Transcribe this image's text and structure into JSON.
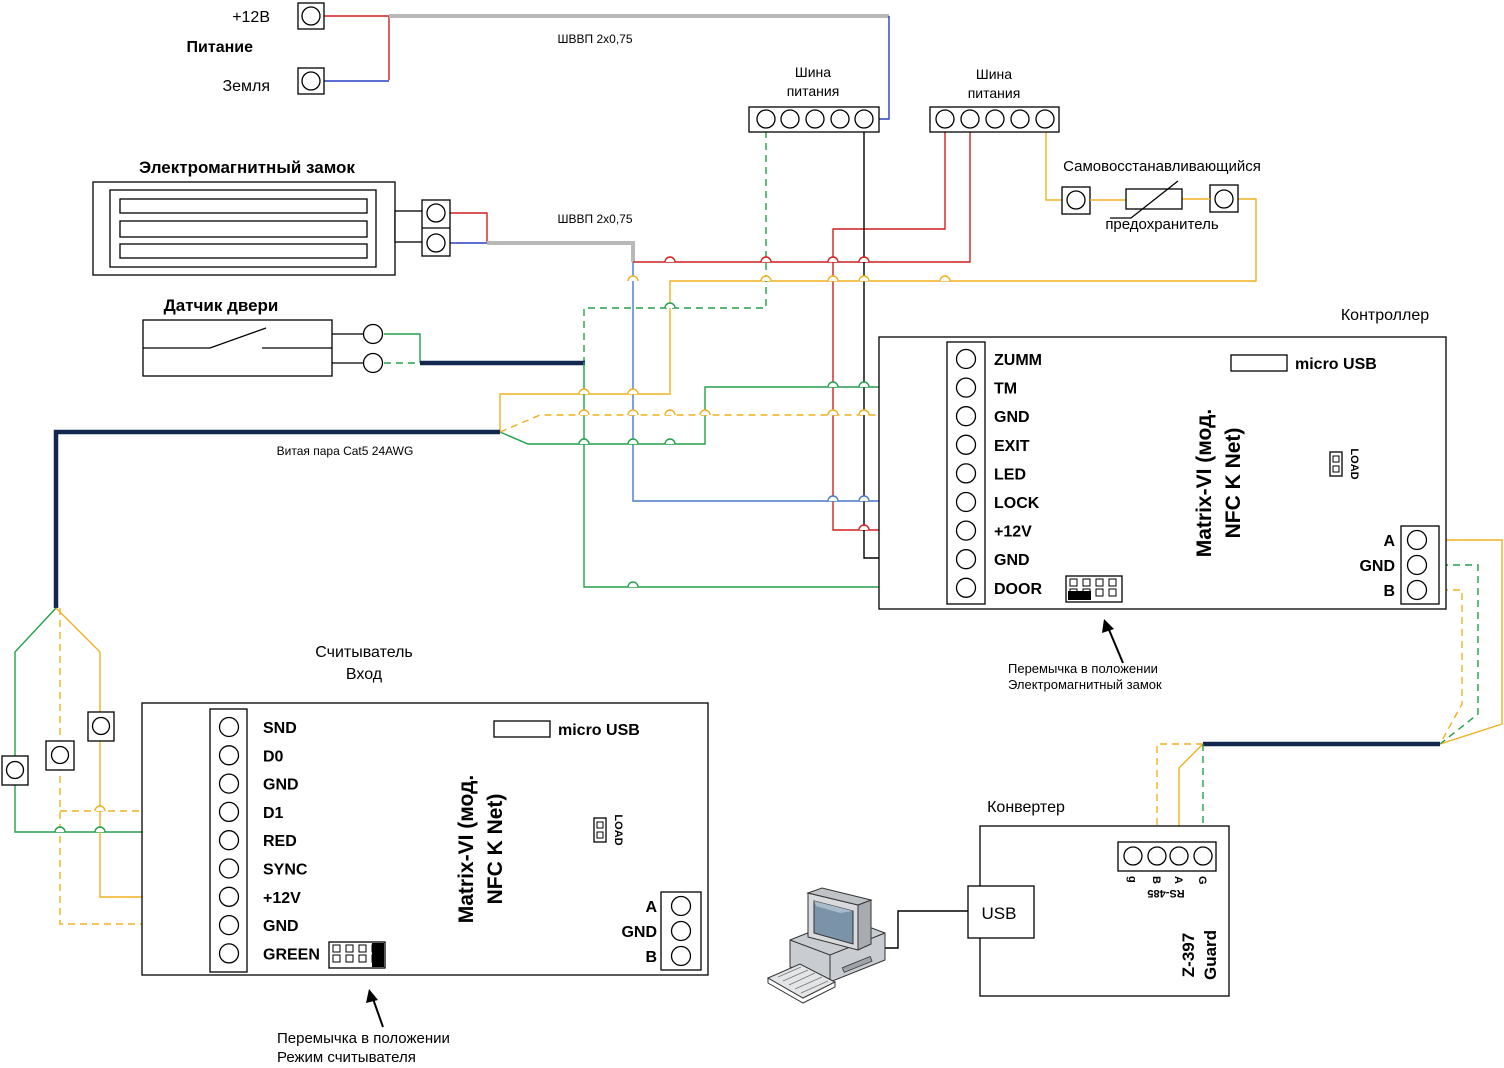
{
  "power": {
    "plus_label": "+12В",
    "title": "Питание",
    "ground_label": "Земля",
    "cable_label": "ШВВП 2x0,75"
  },
  "bus1": {
    "title_line1": "Шина",
    "title_line2": "питания"
  },
  "bus2": {
    "title_line1": "Шина",
    "title_line2": "питания"
  },
  "lock": {
    "title": "Электромагнитный замок",
    "cable_label": "ШВВП 2x0,75"
  },
  "door_sensor": {
    "title": "Датчик двери"
  },
  "fuse": {
    "label_top": "Самовосстанавливающийся",
    "label_bottom": "предохранитель"
  },
  "twisted_pair": {
    "label": "Витая пара Cat5 24AWG"
  },
  "controller": {
    "caption": "Контроллер",
    "model_line1": "Matrix-VI (мод.",
    "model_line2": "NFC K Net)",
    "usb_label": "micro USB",
    "load_label": "LOAD",
    "terminals": [
      "ZUMM",
      "TM",
      "GND",
      "EXIT",
      "LED",
      "LOCK",
      "+12V",
      "GND",
      "DOOR"
    ],
    "rs485_terminals": [
      "A",
      "GND",
      "B"
    ],
    "jumper_note_line1": "Перемычка в положении",
    "jumper_note_line2": "Электромагнитный замок"
  },
  "reader": {
    "caption_line1": "Считыватель",
    "caption_line2": "Вход",
    "model_line1": "Matrix-VI (мод.",
    "model_line2": "NFC K Net)",
    "usb_label": "micro USB",
    "load_label": "LOAD",
    "terminals": [
      "SND",
      "D0",
      "GND",
      "D1",
      "RED",
      "SYNC",
      "+12V",
      "GND",
      "GREEN"
    ],
    "rs485_terminals": [
      "A",
      "GND",
      "B"
    ],
    "jumper_note_line1": "Перемычка в положении",
    "jumper_note_line2": "Режим считывателя"
  },
  "converter": {
    "caption": "Конвертер",
    "model_line1": "Z-397",
    "model_line2": "Guard",
    "usb_label": "USB",
    "pin_labels": [
      "g",
      "B",
      "A",
      "G"
    ],
    "rs485_label": "RS-485"
  },
  "colors": {
    "red": "#d21f1f",
    "blue": "#2a3fc2",
    "green": "#22a04a",
    "orange": "#f0b020",
    "black": "#000000",
    "grey": "#b8b8b8",
    "twisted_pair": "#13284f"
  }
}
